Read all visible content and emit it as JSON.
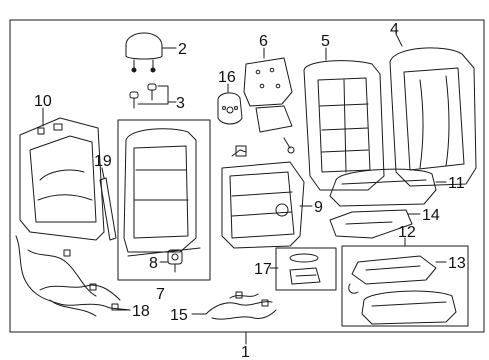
{
  "callouts": {
    "c1": "1",
    "c2": "2",
    "c3": "3",
    "c4": "4",
    "c5": "5",
    "c6": "6",
    "c7": "7",
    "c8": "8",
    "c9": "9",
    "c10": "10",
    "c11": "11",
    "c12": "12",
    "c13": "13",
    "c14": "14",
    "c15": "15",
    "c16": "16",
    "c17": "17",
    "c18": "18",
    "c19": "19"
  },
  "colors": {
    "line": "#1a1a1a",
    "background": "#ffffff"
  }
}
